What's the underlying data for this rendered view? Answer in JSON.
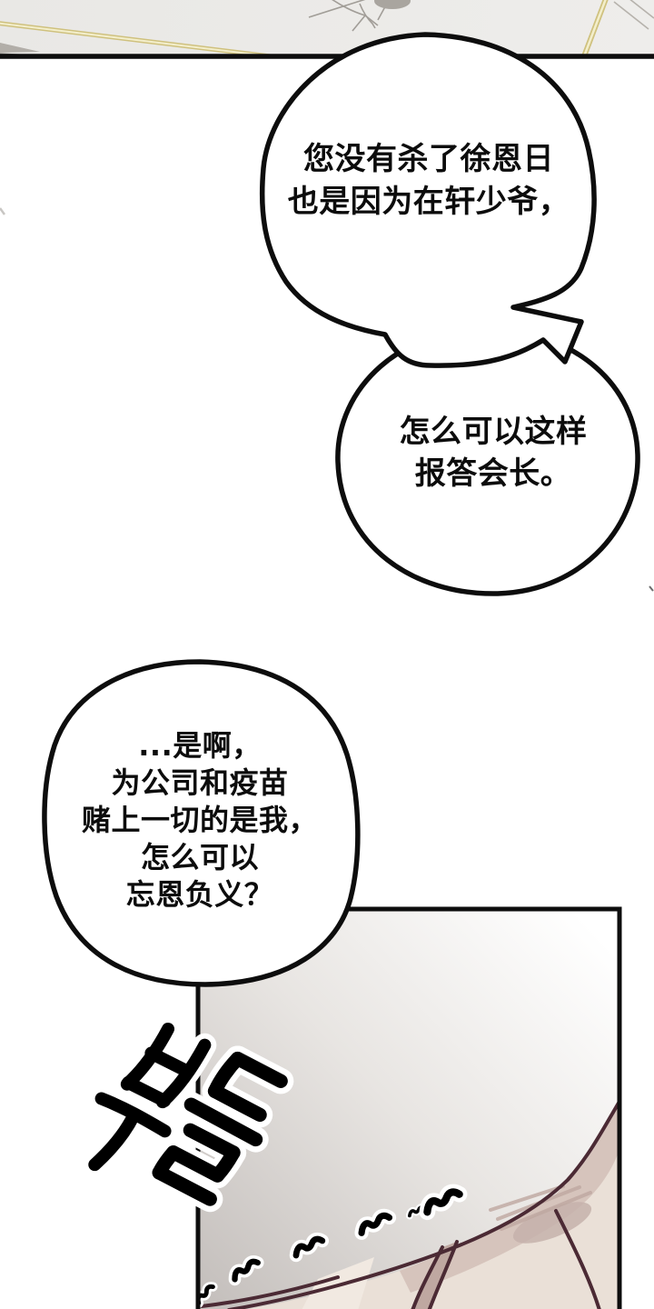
{
  "bubbles": [
    {
      "lines": [
        "您没有杀了徐恩日",
        "也是因为在轩少爷，"
      ]
    },
    {
      "lines": [
        "怎么可以这样",
        "报答会长。"
      ]
    },
    {
      "lines": [
        "...是啊，",
        "为公司和疫苗",
        "赌上一切的是我，",
        "怎么可以",
        "忘恩负义？"
      ]
    }
  ],
  "sfx": {
    "text": "부들"
  },
  "colors": {
    "ink": "#0d0d0d",
    "bubble_fill": "#ffffff",
    "top_panel_bg": "#ecebe8",
    "frame_line": "#cfc17e",
    "frame_line_core": "#f3eecb",
    "panel_shade": "#c6c1be",
    "fold_line": "#4b2a34",
    "fabric_light": "#eae0d7",
    "fabric_mid": "#d5c2ba",
    "fabric_shadow": "#bfa8a1",
    "branch_gray": "#a19d97"
  }
}
